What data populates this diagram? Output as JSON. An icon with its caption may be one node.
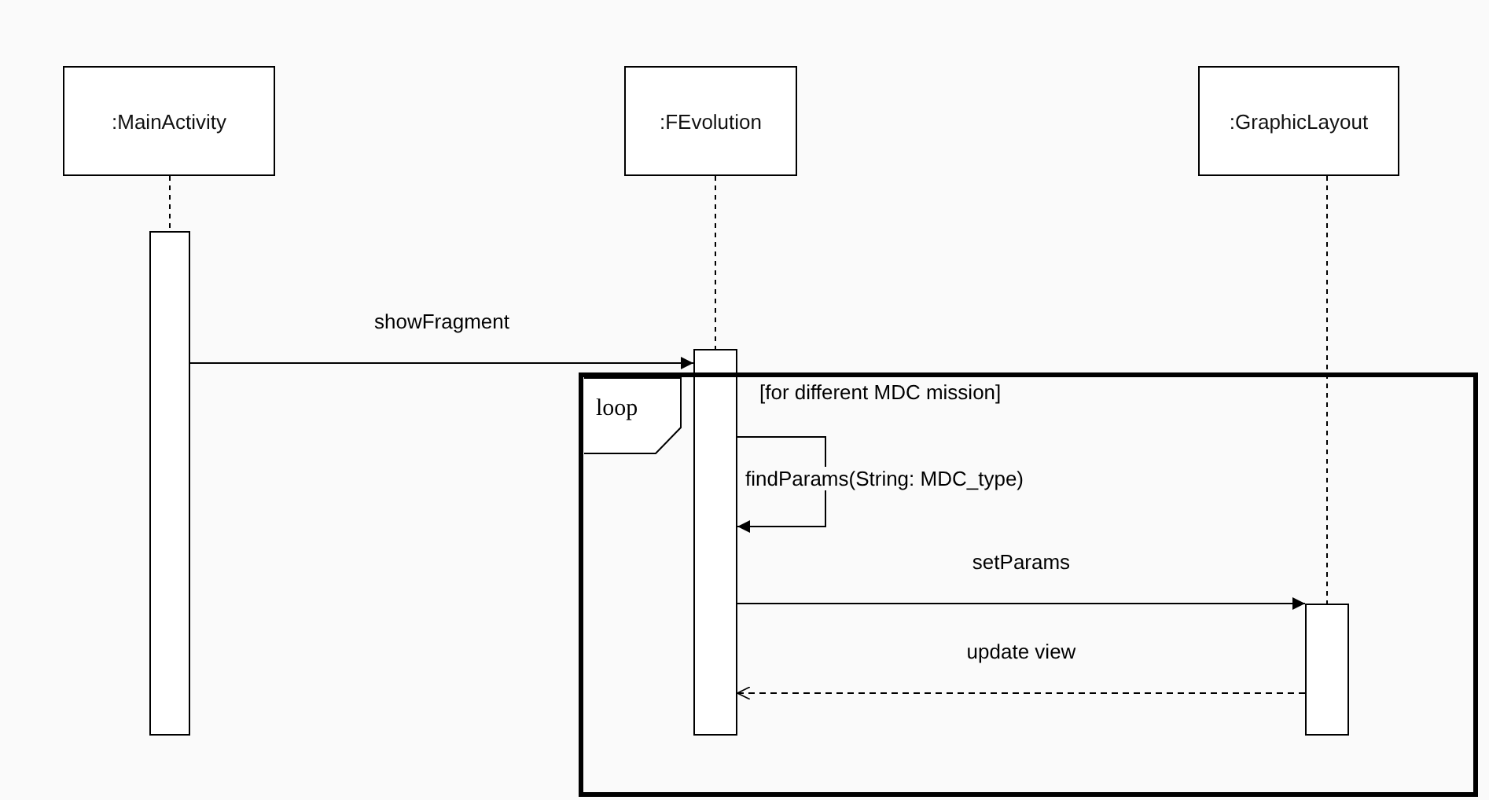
{
  "diagram": {
    "nodes": [
      {
        "text": [
          ":MainActivity"
        ]
      },
      {
        "text": [
          ":FEvolution"
        ]
      },
      {
        "text": [
          ":GraphicLayout"
        ]
      },
      {
        "text": [],
        "shape": "bar"
      },
      {
        "text": [],
        "shape": "bar"
      },
      {
        "text": [],
        "shape": "bar",
        "in": 6
      },
      {
        "text": [
          "loop",
          "[for different MDC mission]"
        ]
      }
    ],
    "edges": [
      {
        "from": 0,
        "to": 3,
        "arrow": "none",
        "style": "dashed"
      },
      {
        "from": 1,
        "to": 4,
        "arrow": "none",
        "style": "dashed"
      },
      {
        "from": 2,
        "to": 5,
        "arrow": "none",
        "style": "dashed"
      },
      {
        "from": 3,
        "to": 4,
        "arrow": "to",
        "label": "showFragment"
      },
      {
        "from": 4,
        "to": 4,
        "arrow": "to",
        "label": "findParams(String: MDC_type)"
      },
      {
        "from": 4,
        "to": 5,
        "arrow": "to",
        "label": "setParams"
      },
      {
        "from": 5,
        "to": 4,
        "arrow": "to",
        "label": "update view",
        "style": "dashed"
      }
    ]
  }
}
